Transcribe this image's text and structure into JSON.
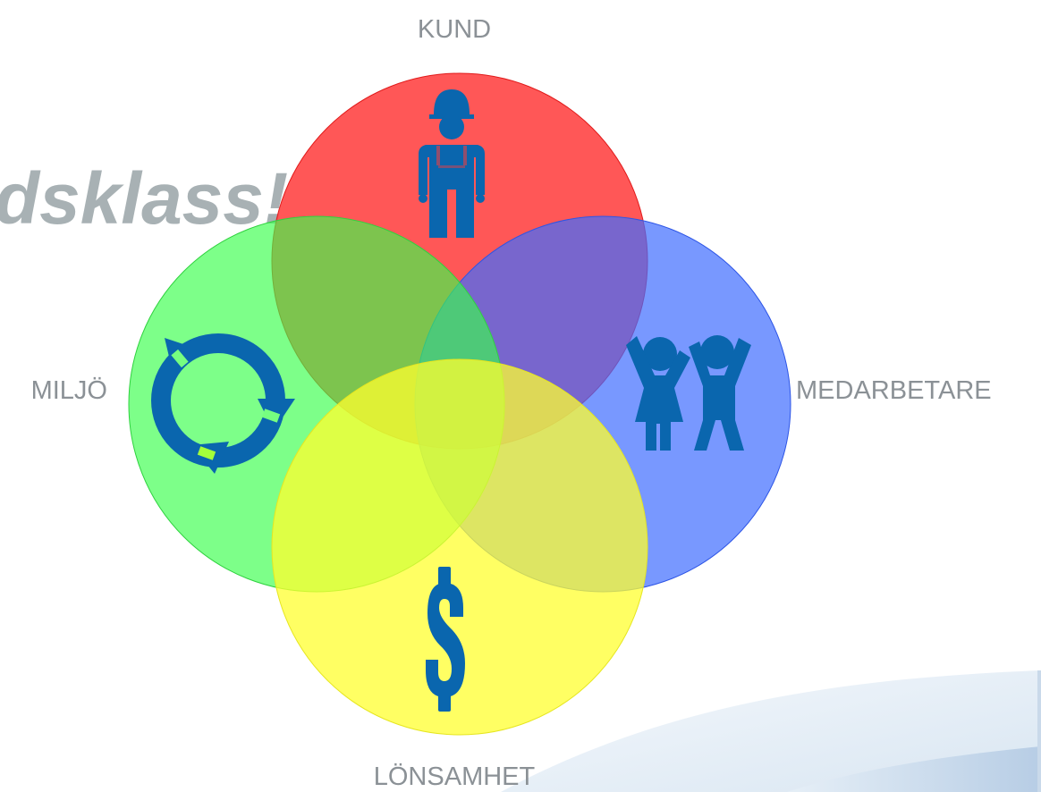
{
  "slide": {
    "partial_title": "dsklass!"
  },
  "venn": {
    "labels": {
      "top": "KUND",
      "left": "MILJÖ",
      "right": "MEDARBETARE",
      "bottom": "LÖNSAMHET"
    },
    "icons": {
      "top": "worker-icon",
      "left": "recycle-arrows-icon",
      "right": "two-children-icon",
      "bottom": "dollar-sign-icon"
    }
  },
  "colors": {
    "kund": "#ff3a3a",
    "miljo": "#37ff4a",
    "medarbetare": "#3f6cff",
    "lonsamhet": "#ffff2f",
    "icon_blue": "#0a66ae",
    "title_gray": "#a8b1b4",
    "label_gray": "#8b9196"
  }
}
